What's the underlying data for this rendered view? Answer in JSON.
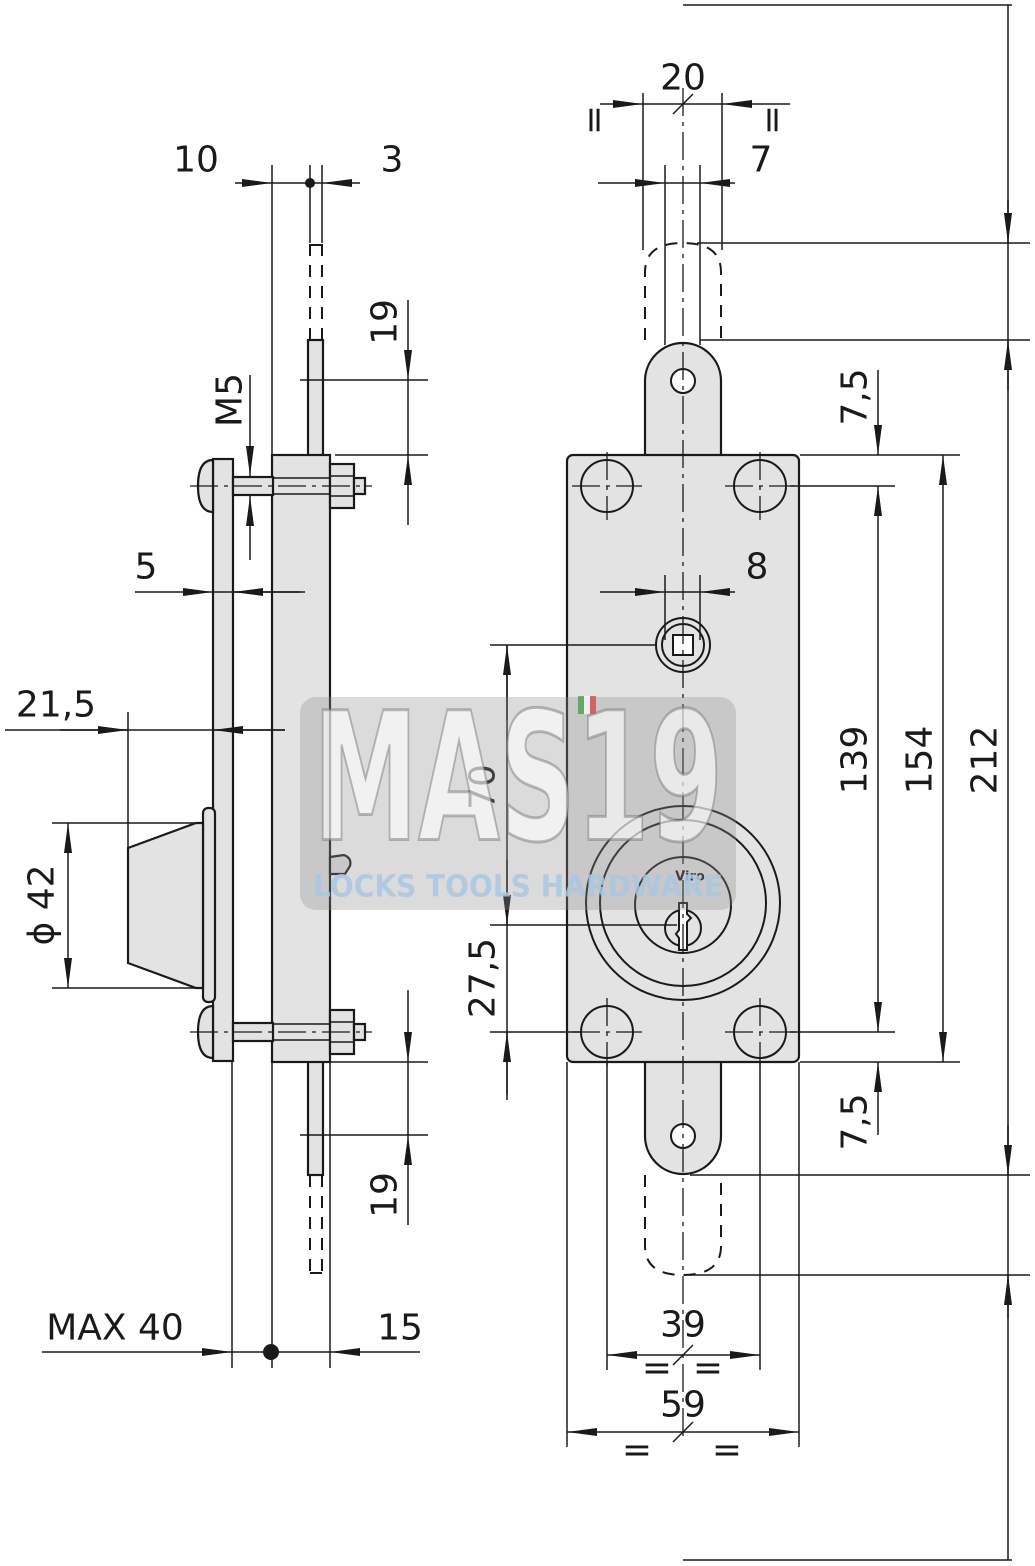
{
  "side_view": {
    "dims": {
      "d10": "10",
      "d3": "3",
      "d19_top": "19",
      "m5": "M5",
      "d5": "5",
      "d21_5": "21,5",
      "phi42": "ϕ 42",
      "d19_bottom": "19",
      "max40": "MAX 40",
      "d15": "15"
    }
  },
  "front_view": {
    "dims": {
      "d20": "20",
      "eq_top_left": "=",
      "eq_top_right": "=",
      "d7": "7",
      "d7_5_top": "7,5",
      "d8": "8",
      "d70": "70",
      "d139": "139",
      "d154": "154",
      "d212": "212",
      "d27_5": "27,5",
      "d7_5_bottom": "7,5",
      "d39": "39",
      "eq_39_left": "=",
      "eq_39_right": "=",
      "d59": "59",
      "eq_59_left": "=",
      "eq_59_right": "="
    },
    "cylinder_brand": "Viro"
  },
  "watermark": {
    "logo": "MAS19",
    "tagline": "LOCKS TOOLS HARDWARE"
  },
  "colors": {
    "line": "#1a1a1a",
    "part": "#e3e3e3",
    "watermark_box": "#8f8f8f",
    "watermark_text": "#a9c6e2"
  }
}
